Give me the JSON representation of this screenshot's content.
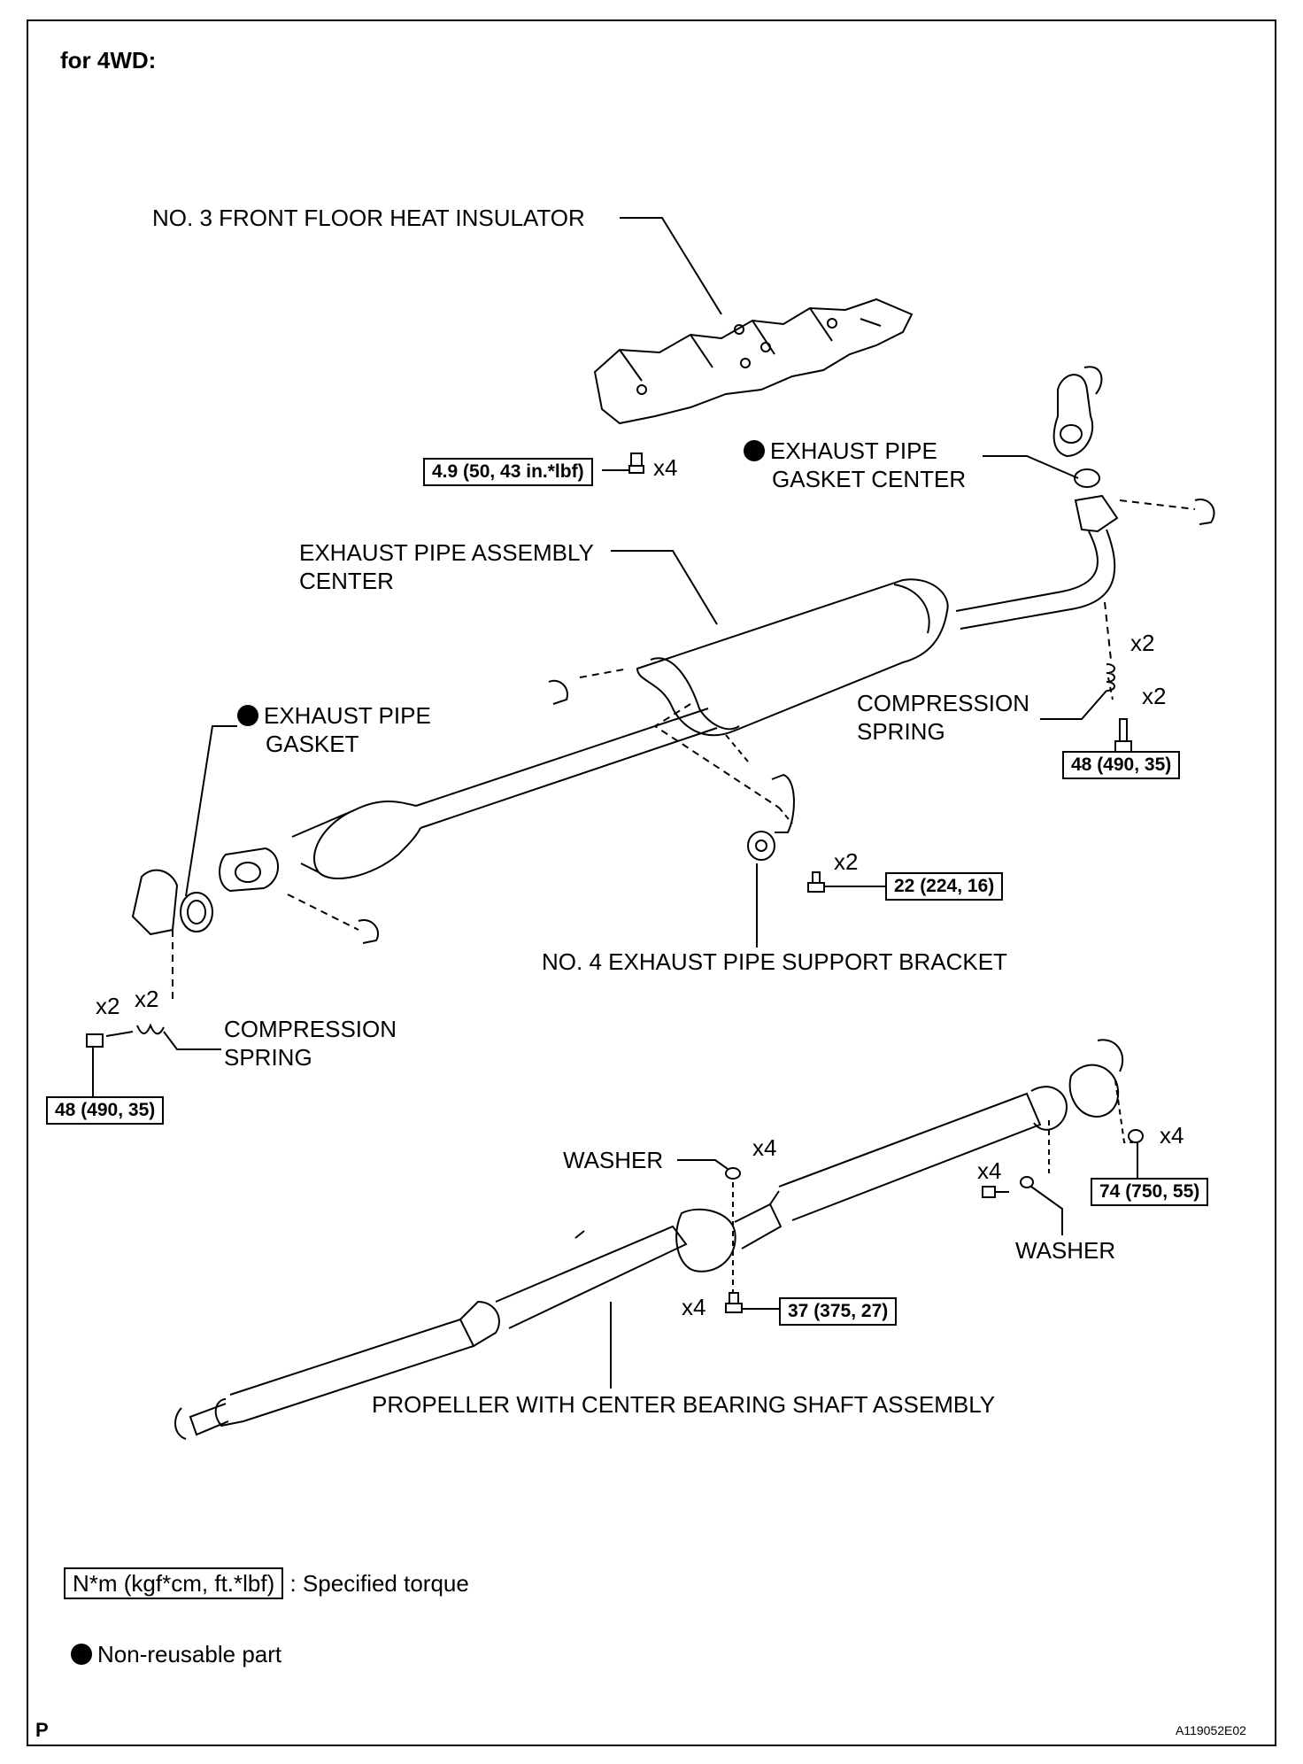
{
  "header": {
    "title": "for 4WD:"
  },
  "labels": {
    "heat_insulator": "NO. 3 FRONT FLOOR HEAT INSULATOR",
    "gasket_center_1": "EXHAUST PIPE",
    "gasket_center_2": "GASKET CENTER",
    "pipe_assembly_1": "EXHAUST PIPE ASSEMBLY",
    "pipe_assembly_2": "CENTER",
    "gasket_1": "EXHAUST PIPE",
    "gasket_2": "GASKET",
    "spring_right_1": "COMPRESSION",
    "spring_right_2": "SPRING",
    "spring_left_1": "COMPRESSION",
    "spring_left_2": "SPRING",
    "support_bracket": "NO. 4 EXHAUST PIPE SUPPORT BRACKET",
    "washer_left": "WASHER",
    "washer_right": "WASHER",
    "propeller": "PROPELLER WITH CENTER BEARING SHAFT ASSEMBLY"
  },
  "torques": {
    "insulator": "4.9 (50, 43 in.*lbf)",
    "hanger_right": "48 (490, 35)",
    "bracket": "22 (224, 16)",
    "hanger_left": "48 (490, 35)",
    "rear_flange": "74 (750, 55)",
    "center_bearing": "37 (375, 27)"
  },
  "quantities": {
    "insulator": "x4",
    "spring_right": "x2",
    "bolt_right": "x2",
    "bracket": "x2",
    "bolt_left": "x2",
    "spring_left": "x2",
    "washer_left": "x4",
    "bolt_mid": "x4",
    "rear_flange": "x4",
    "center_bearing": "x4"
  },
  "legend": {
    "torque_box": "N*m (kgf*cm, ft.*lbf)",
    "torque_text": ": Specified torque",
    "nonreusable_text": "Non-reusable part"
  },
  "footer": {
    "corner": "P",
    "code": "A119052E02"
  }
}
